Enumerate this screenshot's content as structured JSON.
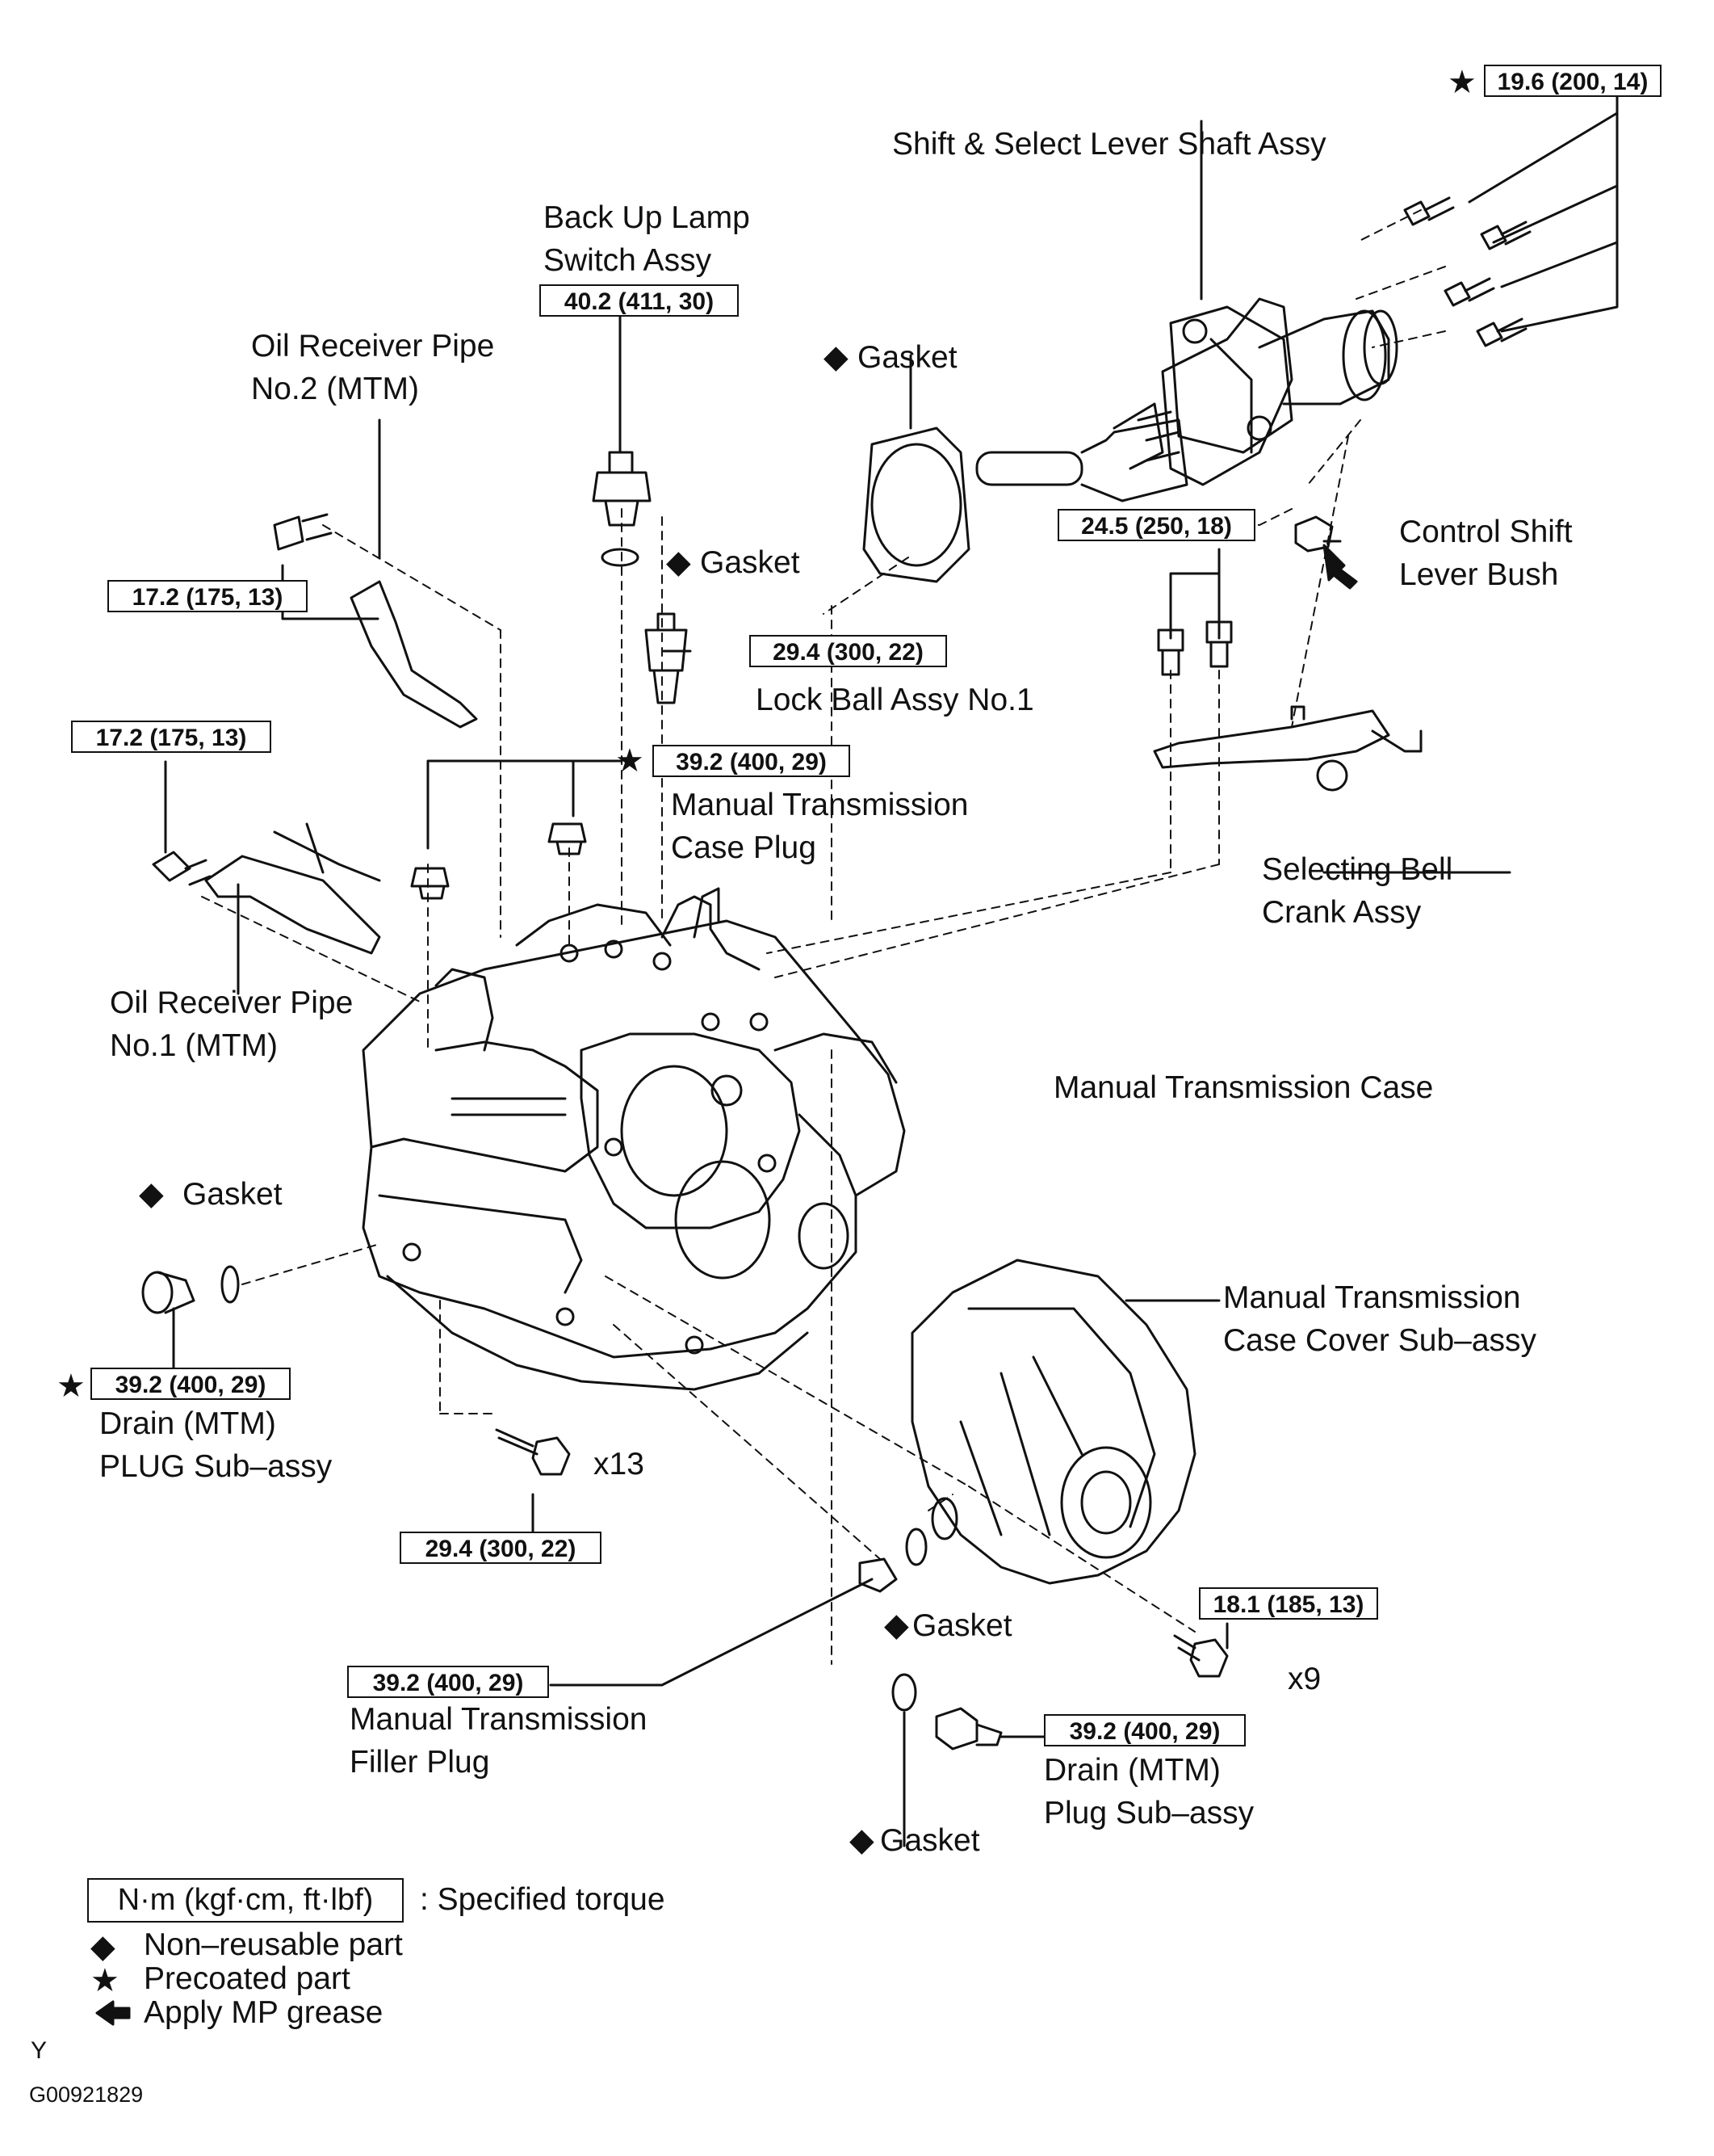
{
  "symbols": {
    "star": "★",
    "diamond": "◆"
  },
  "labels": {
    "shift_select": "Shift & Select Lever Shaft Assy",
    "backup_lamp_1": "Back Up Lamp",
    "backup_lamp_2": "Switch Assy",
    "oil_pipe2_1": "Oil Receiver Pipe",
    "oil_pipe2_2": "No.2 (MTM)",
    "gasket": "Gasket",
    "control_shift_1": "Control Shift",
    "control_shift_2": "Lever Bush",
    "lock_ball": "Lock Ball Assy No.1",
    "mt_case_plug_1": "Manual Transmission",
    "mt_case_plug_2": "Case Plug",
    "selecting_bell_1": "Selecting Bell",
    "selecting_bell_2": "Crank Assy",
    "oil_pipe1_1": "Oil Receiver Pipe",
    "oil_pipe1_2": "No.1 (MTM)",
    "mt_case": "Manual Transmission Case",
    "case_cover_1": "Manual Transmission",
    "case_cover_2": "Case Cover Sub–assy",
    "drain_left_1": "Drain (MTM)",
    "drain_left_2": "PLUG Sub–assy",
    "x13": "x13",
    "x9": "x9",
    "filler_1": "Manual Transmission",
    "filler_2": "Filler Plug",
    "drain_right_1": "Drain (MTM)",
    "drain_right_2": "Plug Sub–assy"
  },
  "torques": {
    "shift_bolts": "19.6 (200, 14)",
    "backup_lamp": "40.2 (411, 30)",
    "pipe2_bolt": "17.2 (175, 13)",
    "bellcrank_bolts": "24.5 (250, 18)",
    "lock_ball": "29.4 (300, 22)",
    "pipe1_bolt": "17.2 (175, 13)",
    "case_plug": "39.2 (400, 29)",
    "drain_left": "39.2 (400, 29)",
    "case_bolts": "29.4 (300, 22)",
    "cover_bolts": "18.1 (185, 13)",
    "filler": "39.2 (400, 29)",
    "drain_right": "39.2 (400, 29)"
  },
  "legend": {
    "unit_box": "N·m (kgf·cm, ft·lbf)",
    "unit_text": ": Specified torque",
    "non_reusable": "Non–reusable part",
    "precoated": "Precoated part",
    "mp_grease": "Apply MP grease"
  },
  "footer": {
    "letter": "Y",
    "code": "G00921829"
  }
}
